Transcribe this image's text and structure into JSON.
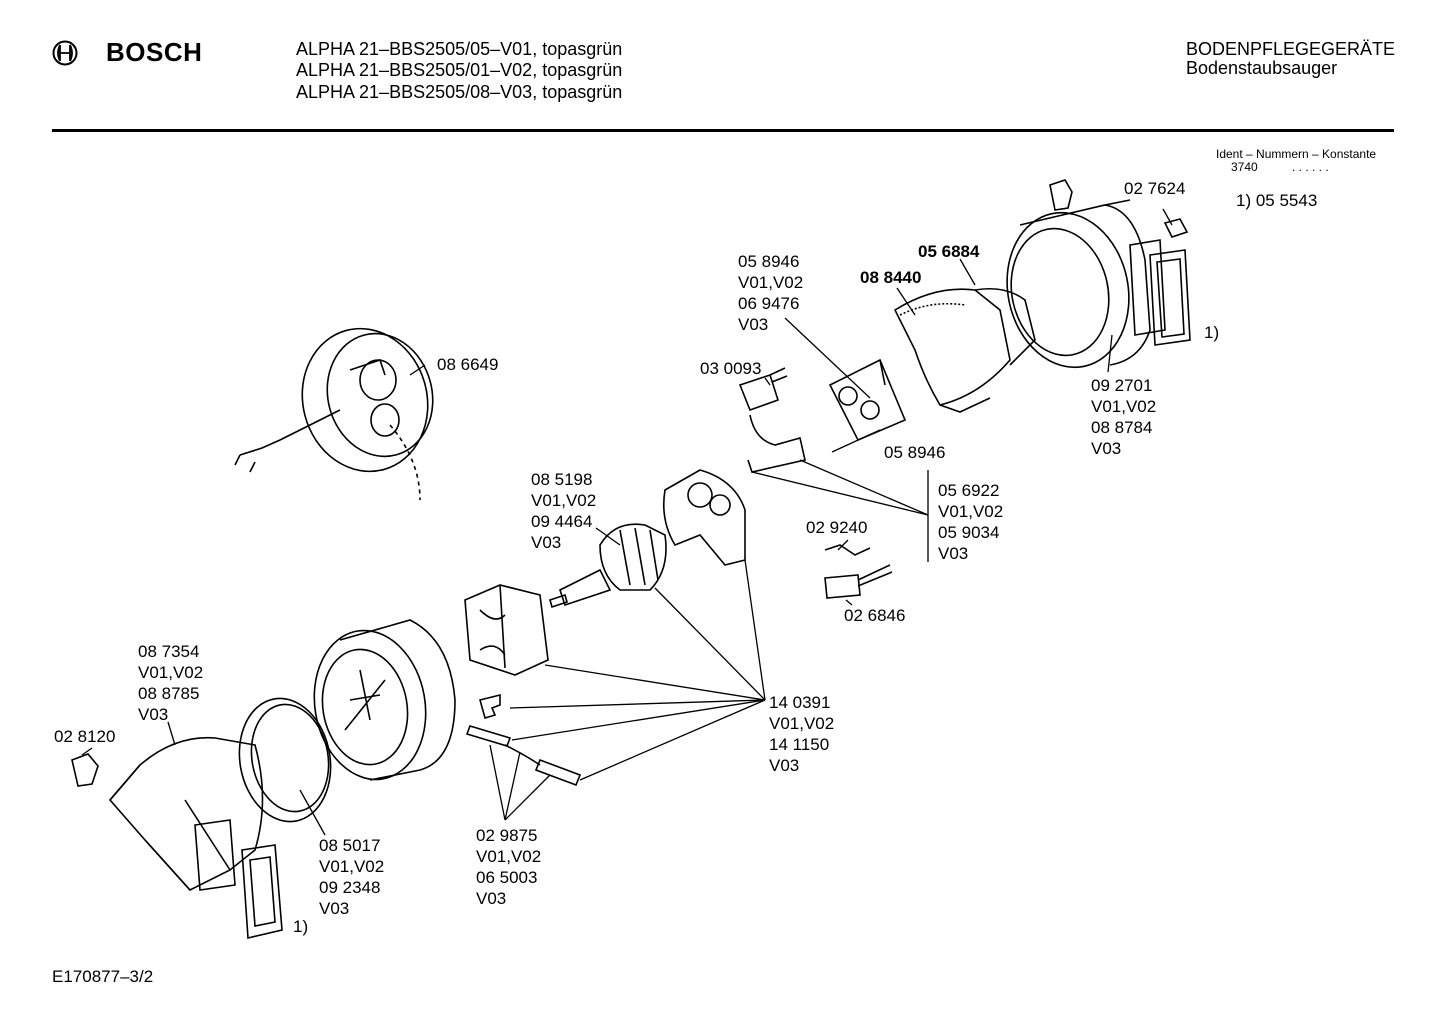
{
  "header": {
    "brand": "BOSCH",
    "models": [
      "ALPHA 21–BBS2505/05–V01, topasgrün",
      "ALPHA 21–BBS2505/01–V02, topasgrün",
      "ALPHA 21–BBS2505/08–V03, topasgrün"
    ],
    "category": "BODENPFLEGEGERÄTE",
    "subcategory": "Bodenstaubsauger"
  },
  "ident": {
    "title": "Ident – Nummern – Konstante",
    "value": "3740",
    "dots": ". .   . . . ."
  },
  "note_1": "1)  05 5543",
  "parts": {
    "p027624": "02 7624",
    "p056884": "05 6884",
    "p088440": "08 8440",
    "p058946_group": [
      "05 8946",
      "V01,V02",
      "06 9476",
      "V03"
    ],
    "p058946": "05 8946",
    "p092701_group": [
      "09 2701",
      "V01,V02",
      "08 8784",
      "V03"
    ],
    "marker_right": "1)",
    "p086649": "08 6649",
    "p030093": "03 0093",
    "p085198_group": [
      "08 5198",
      "V01,V02",
      "09 4464",
      "V03"
    ],
    "p056922_group": [
      "05 6922",
      "V01,V02",
      "05 9034",
      "V03"
    ],
    "p029240": "02 9240",
    "p026846": "02 6846",
    "p087354_group": [
      "08 7354",
      "V01,V02",
      "08 8785",
      "V03"
    ],
    "p028120": "02 8120",
    "p140391_group": [
      "14 0391",
      "V01,V02",
      "14 1150",
      "V03"
    ],
    "p085017_group": [
      "08 5017",
      "V01,V02",
      "09 2348",
      "V03"
    ],
    "p029875_group": [
      "02 9875",
      "V01,V02",
      "06 5003",
      "V03"
    ],
    "marker_left": "1)"
  },
  "footer": "E170877–3/2"
}
